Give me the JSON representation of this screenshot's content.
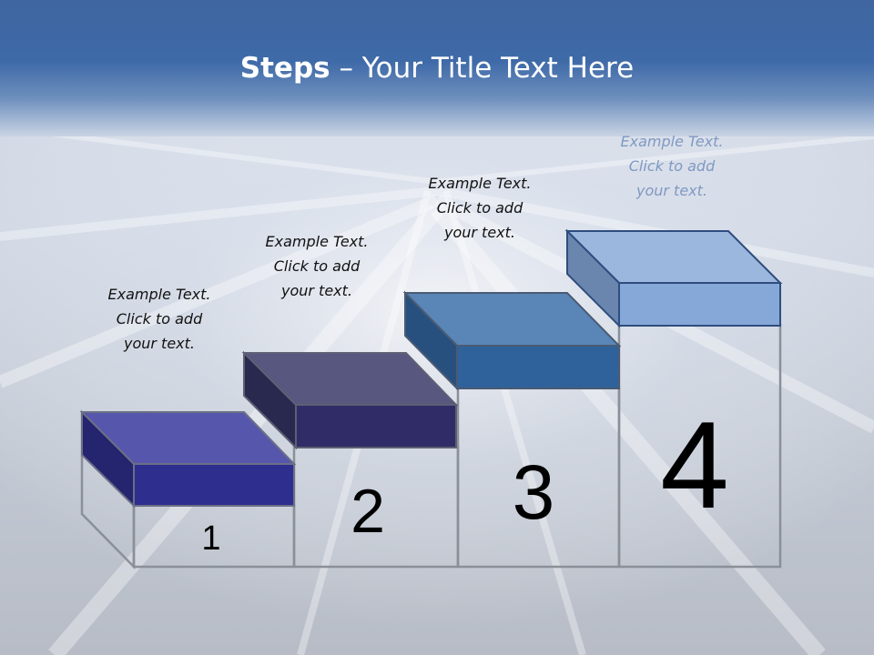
{
  "title": {
    "bold": "Steps",
    "rest": " – Your Title Text Here"
  },
  "steps": [
    {
      "number": "1",
      "caption": [
        "Example Text.",
        "Click  to add",
        "your text."
      ],
      "color": "#2e2e8f"
    },
    {
      "number": "2",
      "caption": [
        "Example Text.",
        "Click  to add",
        "your text."
      ],
      "color": "#302c68"
    },
    {
      "number": "3",
      "caption": [
        "Example Text.",
        "Click  to add",
        "your text."
      ],
      "color": "#2f629a"
    },
    {
      "number": "4",
      "caption": [
        "Example Text.",
        "Click  to add",
        "your text."
      ],
      "color": "#86a8d8"
    }
  ]
}
